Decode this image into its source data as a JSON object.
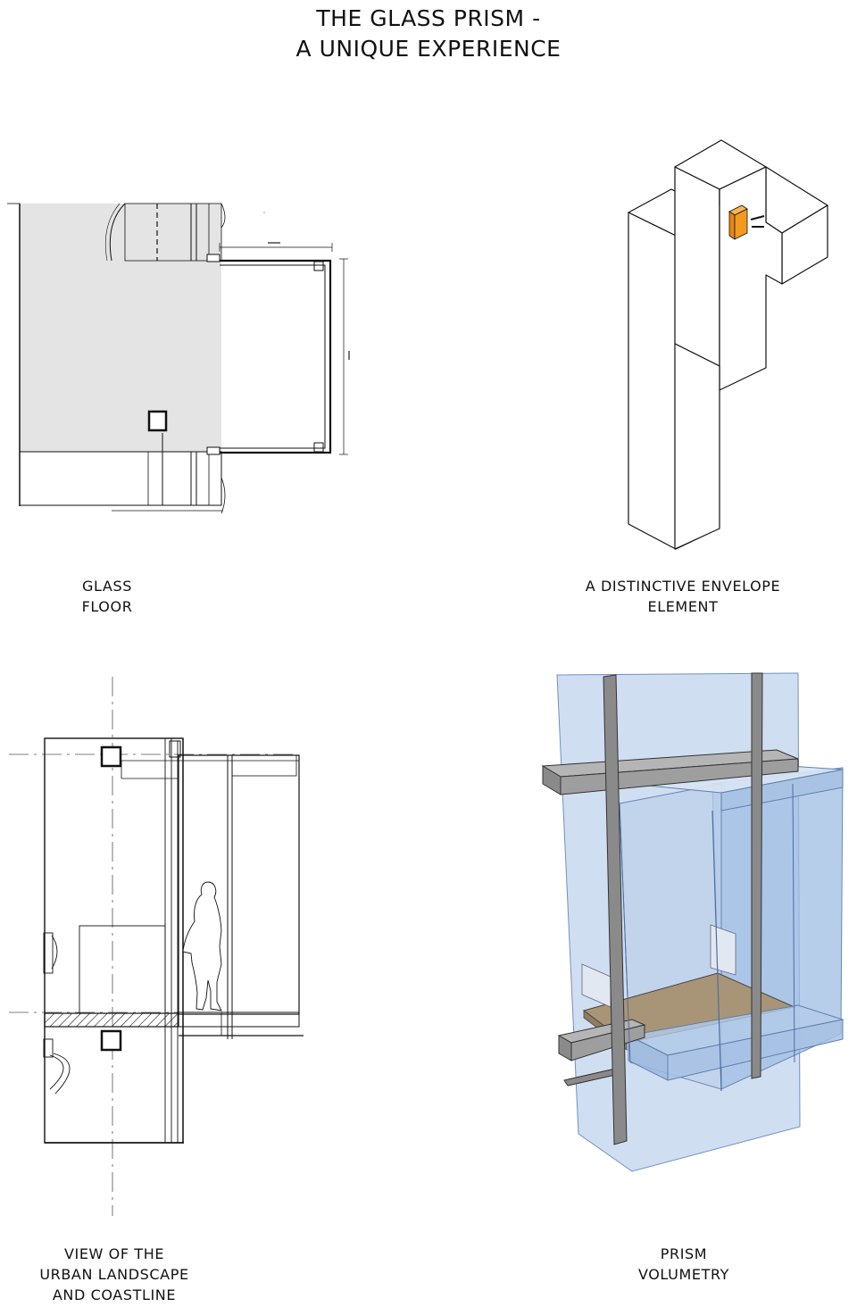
{
  "title": {
    "line1": "THE GLASS PRISM -",
    "line2": "A UNIQUE EXPERIENCE"
  },
  "panels": [
    {
      "caption_lines": [
        "GLASS",
        "FLOOR"
      ]
    },
    {
      "caption_lines": [
        "A DISTINCTIVE ENVELOPE",
        "ELEMENT"
      ]
    },
    {
      "caption_lines": [
        "VIEW OF THE",
        "URBAN LANDSCAPE",
        "AND COASTLINE"
      ]
    },
    {
      "caption_lines": [
        "PRISM",
        "VOLUMETRY"
      ]
    }
  ],
  "colors": {
    "line": "#111111",
    "floor_grey": "#e4e4e4",
    "accent_orange": "#f39a1e",
    "glass_blue": "#bcd0ea",
    "glass_blue_dark": "#8fb0db",
    "mullion_grey": "#8a8a8a",
    "floor_wood": "#a89477"
  }
}
